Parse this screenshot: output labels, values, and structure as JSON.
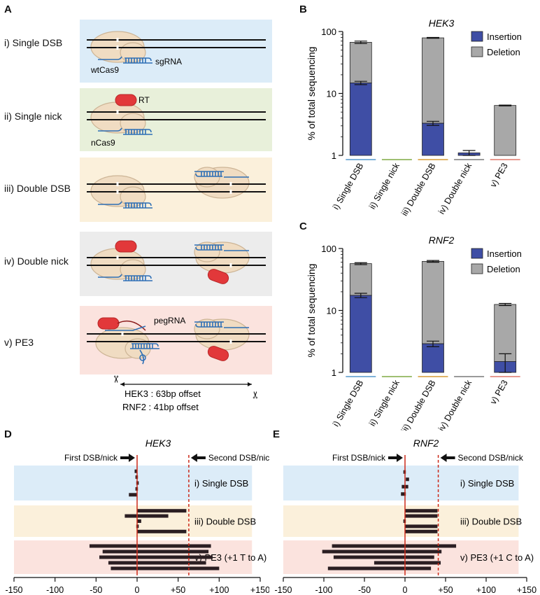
{
  "panel_labels": {
    "a": "A",
    "b": "B",
    "c": "C",
    "d": "D",
    "e": "E"
  },
  "schematic": {
    "rows": [
      {
        "label": "i) Single DSB",
        "color": "#dcecf8"
      },
      {
        "label": "ii) Single nick",
        "color": "#e8f0da"
      },
      {
        "label": "iii) Double DSB",
        "color": "#fbf0db"
      },
      {
        "label": "iv) Double nick",
        "color": "#ececec"
      },
      {
        "label": "v) PE3",
        "color": "#fbe3de"
      }
    ],
    "annotations": {
      "sgrna": "sgRNA",
      "wtcas9": "wtCas9",
      "rt": "RT",
      "ncas9": "nCas9",
      "pegrna": "pegRNA"
    },
    "offset_lines": [
      "HEK3 : 63bp offset",
      "RNF2 : 41bp offset"
    ]
  },
  "legend": {
    "insertion": "Insertion",
    "deletion": "Deletion"
  },
  "colors": {
    "insertion": "#3f4ea5",
    "deletion": "#a8a8a8",
    "cut_line": "#cc2a1a",
    "bars": "#2b1e22"
  },
  "chart_data": [
    {
      "type": "bar",
      "title": "HEK3",
      "ylabel": "% of total sequencing",
      "scale": "log",
      "ylim": [
        1,
        100
      ],
      "yticks": [
        "1",
        "10",
        "100"
      ],
      "categories": [
        "i) Single DSB",
        "ii) Single nick",
        "iii) Double DSB",
        "iv) Double nick",
        "v) PE3"
      ],
      "category_colors": [
        "#7fb2d8",
        "#9fbf72",
        "#e0b467",
        "#9a9a9a",
        "#e79a90"
      ],
      "stacked": true,
      "series": [
        {
          "name": "Insertion",
          "values": [
            14.8,
            1,
            3.3,
            1.1,
            1
          ]
        },
        {
          "name": "Deletion",
          "values": [
            67,
            1,
            79,
            1.1,
            6.4
          ]
        }
      ],
      "error_bars": {
        "Insertion": [
          0.9,
          0,
          0.25,
          0.1,
          0
        ],
        "Deletion": [
          3,
          0,
          1.2,
          0,
          0.1
        ]
      },
      "legend_position": "top-right"
    },
    {
      "type": "bar",
      "title": "RNF2",
      "ylabel": "% of total sequencing",
      "scale": "log",
      "ylim": [
        1,
        100
      ],
      "yticks": [
        "1",
        "10",
        "100"
      ],
      "categories": [
        "i) Single DSB",
        "ii) Single nick",
        "iii) Double DSB",
        "iv) Double nick",
        "v) PE3"
      ],
      "category_colors": [
        "#7fb2d8",
        "#9fbf72",
        "#e0b467",
        "#9a9a9a",
        "#e79a90"
      ],
      "stacked": true,
      "series": [
        {
          "name": "Insertion",
          "values": [
            17.5,
            1,
            2.9,
            1,
            1.5
          ]
        },
        {
          "name": "Deletion",
          "values": [
            57,
            1,
            62,
            1,
            12.5
          ]
        }
      ],
      "error_bars": {
        "Insertion": [
          1.4,
          0,
          0.3,
          0,
          0.5
        ],
        "Deletion": [
          2,
          0,
          2,
          0,
          0.5
        ]
      },
      "legend_position": "top-right"
    },
    {
      "type": "bar",
      "orientation": "horizontal-range",
      "title": "HEK3",
      "xlim": [
        -150,
        150
      ],
      "xticks": [
        "-150",
        "-100",
        "-50",
        "0",
        "+50",
        "+100",
        "+150"
      ],
      "markers": {
        "first": "First DSB/nick",
        "second": "Second DSB/nick",
        "first_pos": 0,
        "second_pos": 63
      },
      "groups": [
        {
          "label": "i) Single DSB",
          "ranges": [
            [
              -3,
              0
            ],
            [
              -2,
              1
            ],
            [
              -1,
              2
            ],
            [
              -2,
              1
            ],
            [
              -10,
              0
            ]
          ]
        },
        {
          "label": "iii) Double DSB",
          "ranges": [
            [
              0,
              60
            ],
            [
              -15,
              38
            ],
            [
              0,
              5
            ],
            [
              -1,
              2
            ],
            [
              0,
              60
            ]
          ]
        },
        {
          "label": "v) PE3 (+1 T to A)",
          "ranges": [
            [
              -58,
              90
            ],
            [
              -42,
              87
            ],
            [
              -46,
              92
            ],
            [
              -35,
              84
            ],
            [
              -32,
              100
            ]
          ]
        }
      ]
    },
    {
      "type": "bar",
      "orientation": "horizontal-range",
      "title": "RNF2",
      "xlim": [
        -150,
        150
      ],
      "xticks": [
        "-150",
        "-100",
        "-50",
        "0",
        "+50",
        "+100",
        "+150"
      ],
      "markers": {
        "first": "First DSB/nick",
        "second": "Second DSB/nick",
        "first_pos": 0,
        "second_pos": 41
      },
      "groups": [
        {
          "label": "i) Single DSB",
          "ranges": [
            [
              -2,
              1
            ],
            [
              1,
              5
            ],
            [
              -4,
              4
            ],
            [
              -5,
              1
            ]
          ]
        },
        {
          "label": "iii) Double DSB",
          "ranges": [
            [
              0,
              40
            ],
            [
              0,
              40
            ],
            [
              -2,
              1
            ],
            [
              0,
              40
            ],
            [
              0,
              40
            ]
          ]
        },
        {
          "label": "v) PE3 (+1 C to A)",
          "ranges": [
            [
              -90,
              63
            ],
            [
              -102,
              45
            ],
            [
              -88,
              36
            ],
            [
              -38,
              44
            ],
            [
              -95,
              32
            ]
          ]
        }
      ]
    }
  ]
}
